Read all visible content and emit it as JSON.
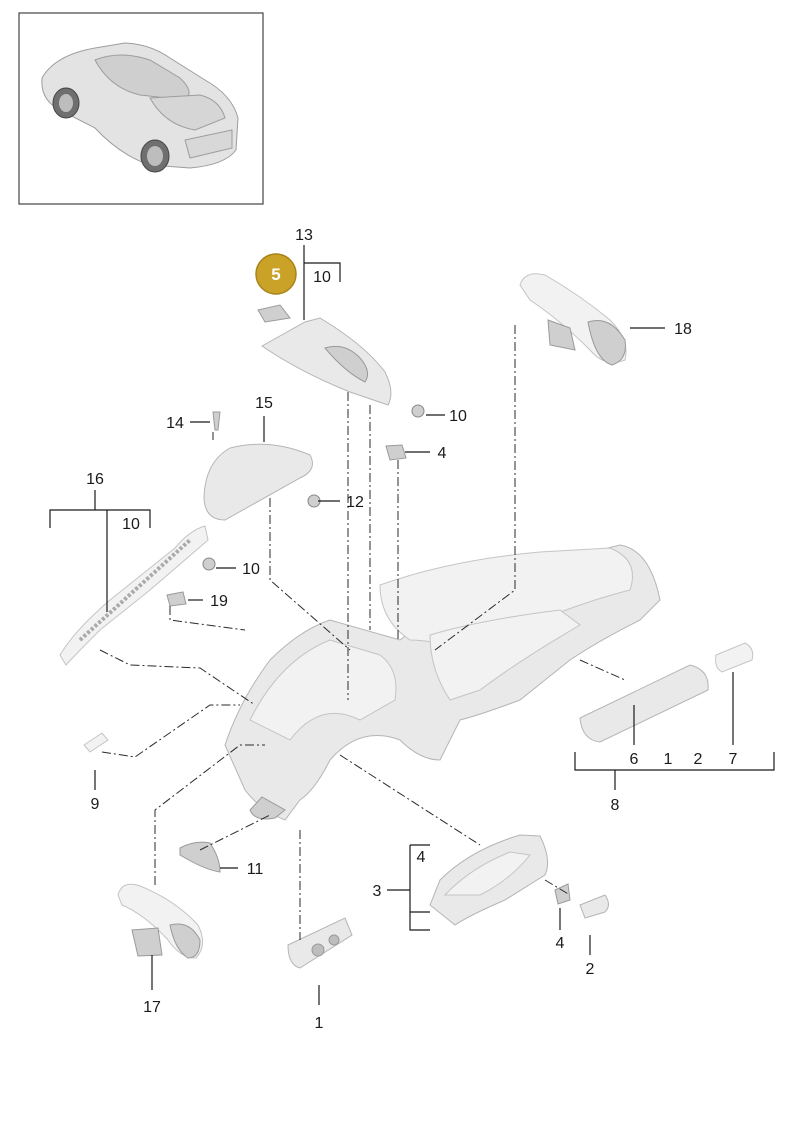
{
  "highlight": {
    "label": "5",
    "color": "#c9a227"
  },
  "callouts": {
    "c13": "13",
    "c10a": "10",
    "c18": "18",
    "c14": "14",
    "c15": "15",
    "c10b": "10",
    "c4a": "4",
    "c16": "16",
    "c10c": "10",
    "c12": "12",
    "c10d": "10",
    "c19": "19",
    "c9": "9",
    "c6": "6",
    "c1a": "1",
    "c2a": "2",
    "c7": "7",
    "c8": "8",
    "c11": "11",
    "c4b": "4",
    "c3": "3",
    "c4c": "4",
    "c2b": "2",
    "c17": "17",
    "c1b": "1"
  }
}
